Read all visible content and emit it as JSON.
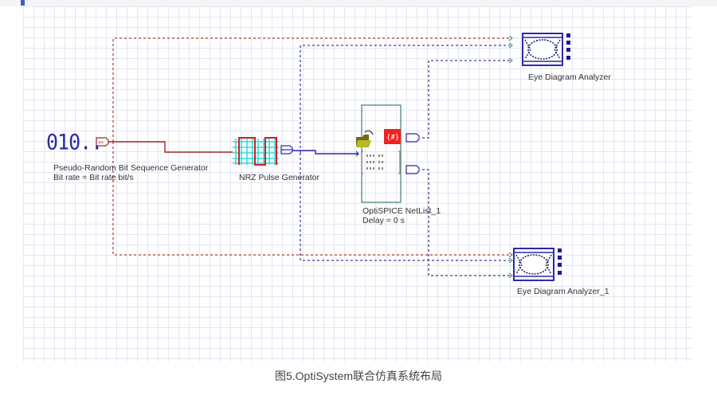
{
  "caption": "图5.OptiSystem联合仿真系统布局",
  "components": {
    "prbs": {
      "icon_text": "010..",
      "name": "Pseudo-Random Bit Sequence Generator",
      "param": "Bit rate = Bit rate  bit/s"
    },
    "nrz": {
      "name": "NRZ Pulse Generator"
    },
    "optispice": {
      "name": "OptiSPICE NetList_1",
      "param": "Delay = 0  s"
    },
    "eye1": {
      "name": "Eye Diagram Analyzer"
    },
    "eye2": {
      "name": "Eye Diagram Analyzer_1"
    }
  },
  "colors": {
    "electrical_wire": "#a02828",
    "optical_wire": "#2a2aaa",
    "reference_wire": "#b04030",
    "grid": "#e3e6f3"
  }
}
